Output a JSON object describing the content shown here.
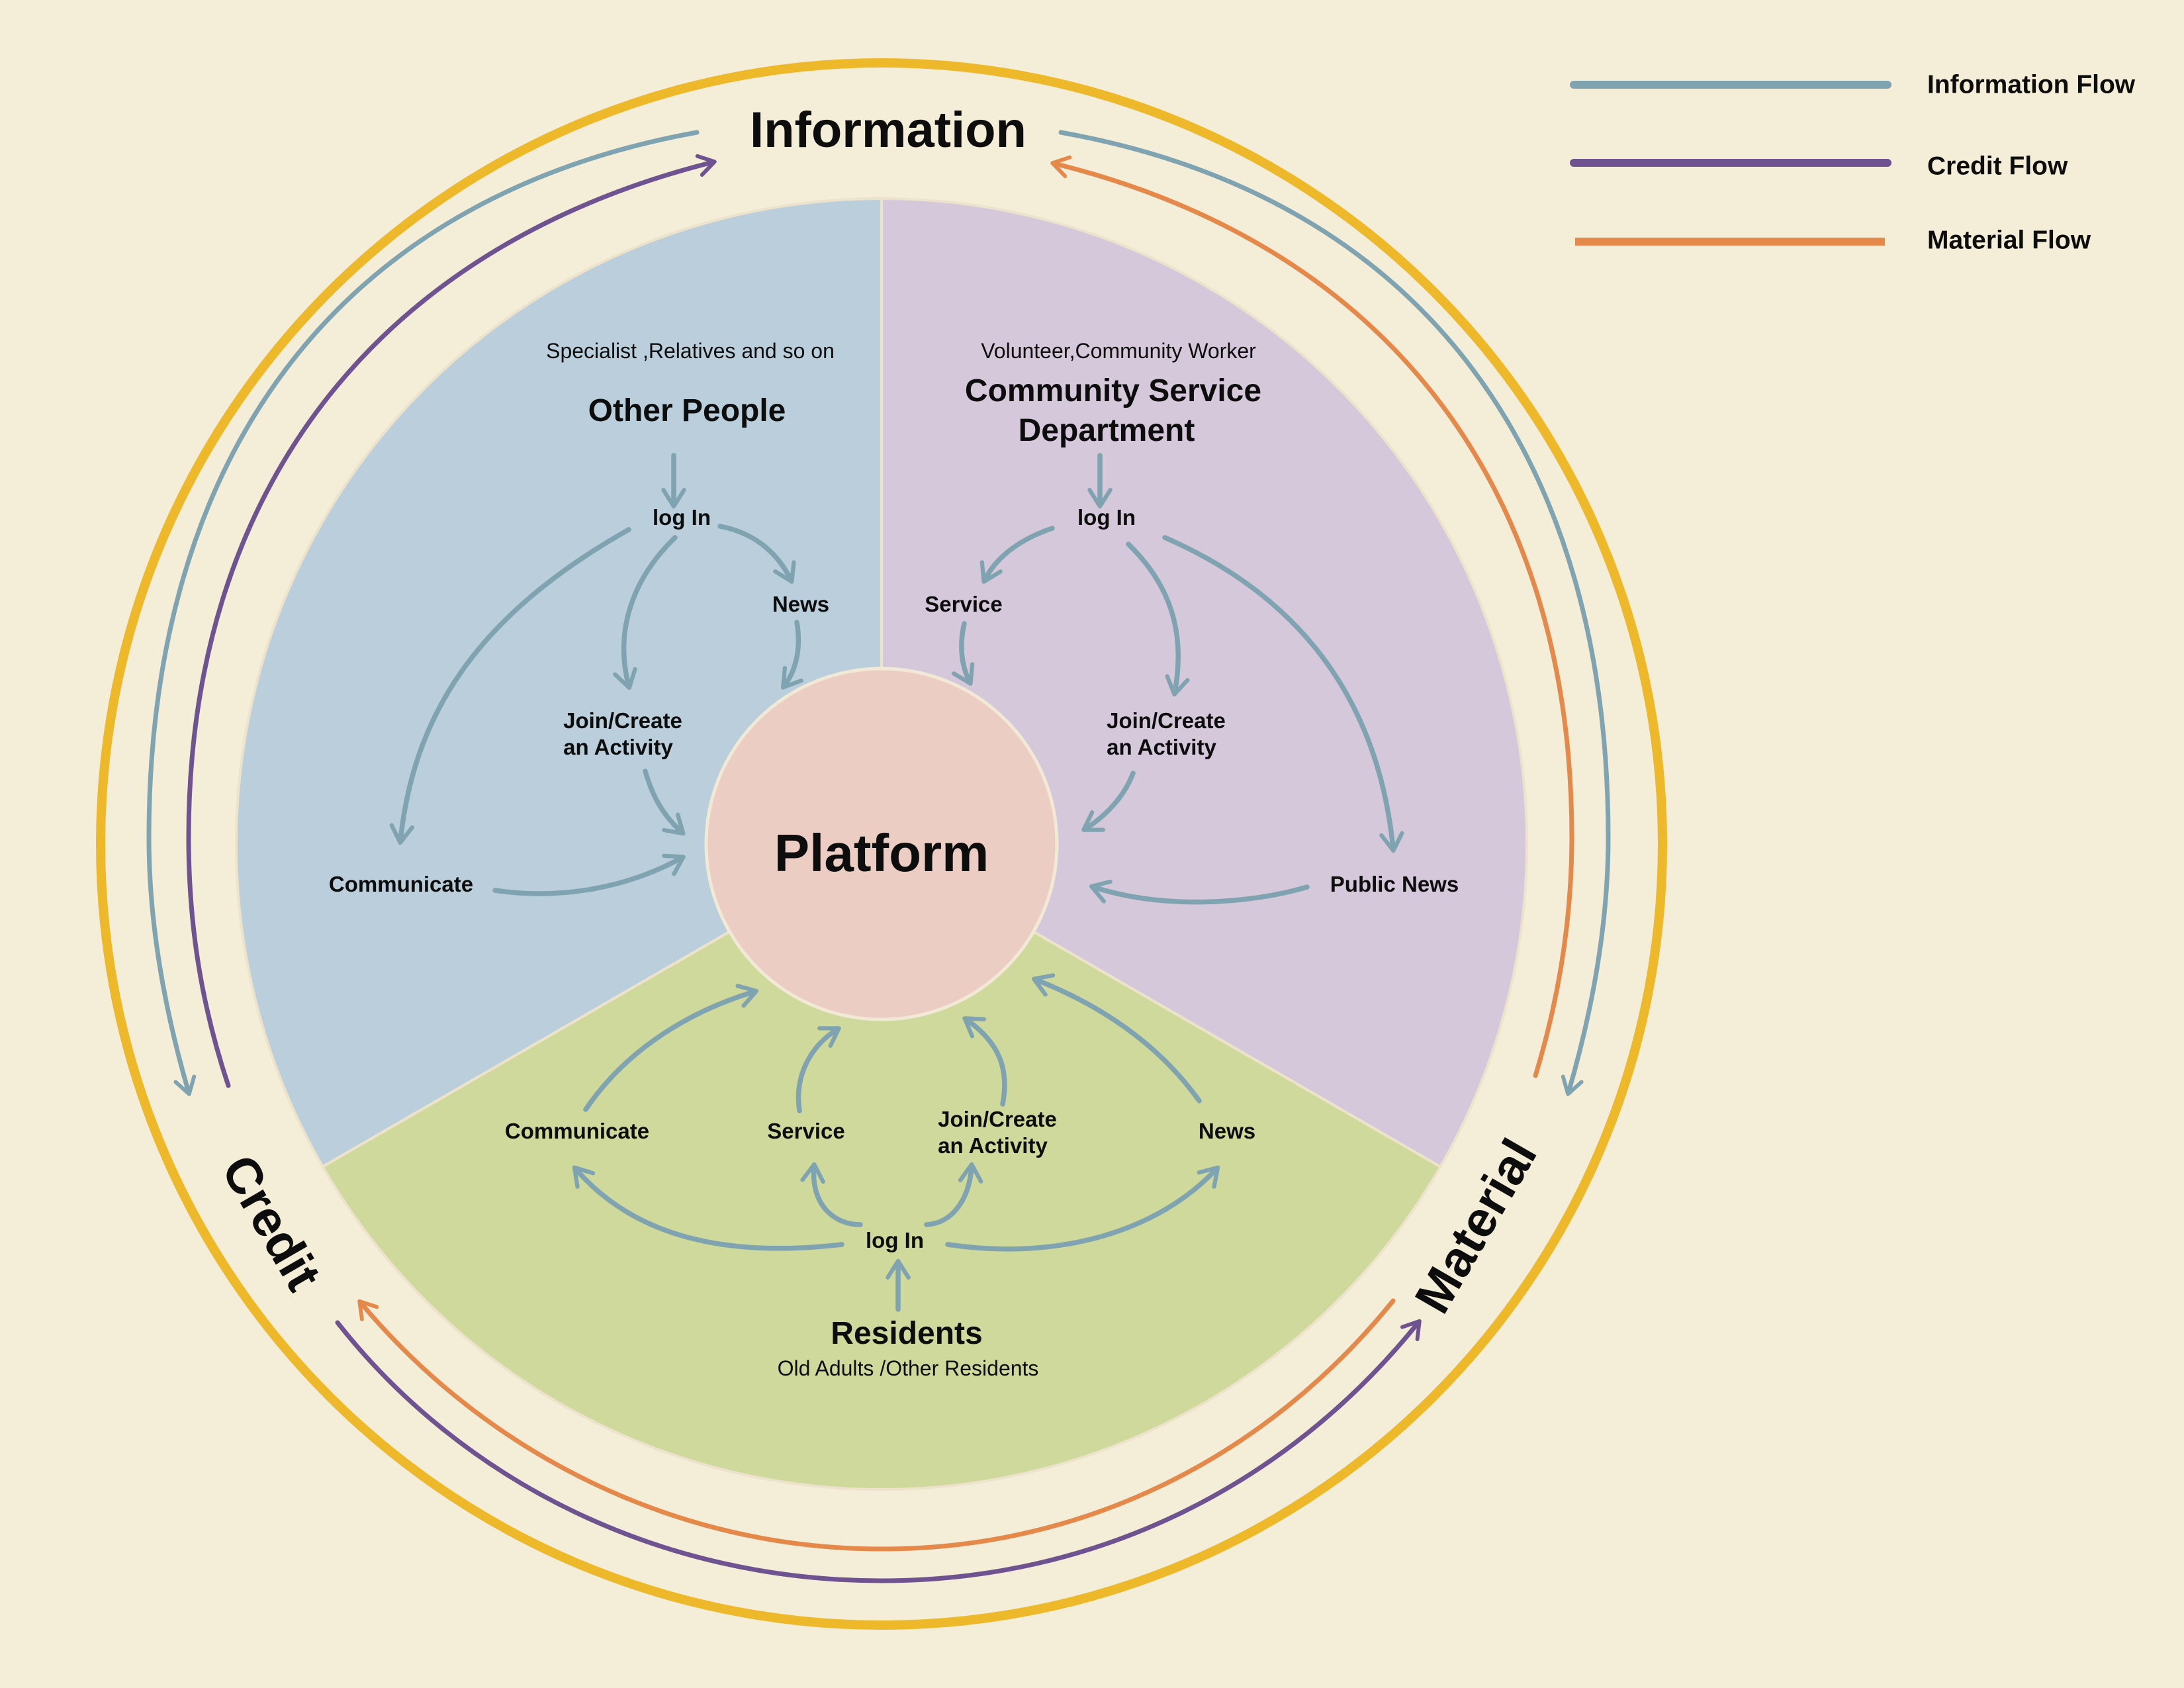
{
  "colors": {
    "background": "#f4edd8",
    "outer_ring": "#edb829",
    "sector_other_people": "#bacfdb",
    "sector_community": "#d5c8db",
    "sector_residents": "#cfd99c",
    "platform": "#eccdc3",
    "information_flow": "#7fa3b0",
    "credit_flow": "#6f5290",
    "material_flow": "#e5894b"
  },
  "outer_labels": {
    "information": "Information",
    "credit": "Credit",
    "material": "Material"
  },
  "center": {
    "label": "Platform"
  },
  "legend": [
    {
      "label": "Information Flow",
      "color": "#7fa3b0"
    },
    {
      "label": "Credit Flow",
      "color": "#6f5290"
    },
    {
      "label": "Material Flow",
      "color": "#e5894b"
    }
  ],
  "sectors": {
    "other_people": {
      "subtitle": "Specialist ,Relatives and so on",
      "title": "Other People",
      "nodes": {
        "login": "log In",
        "news": "News",
        "join_line1": "Join/Create",
        "join_line2": "an Activity",
        "communicate": "Communicate"
      }
    },
    "community": {
      "subtitle": "Volunteer,Community Worker",
      "title_line1": "Community Service",
      "title_line2": "Department",
      "nodes": {
        "login": "log In",
        "service": "Service",
        "join_line1": "Join/Create",
        "join_line2": "an Activity",
        "public_news": "Public News"
      }
    },
    "residents": {
      "title": "Residents",
      "subtitle": "Old Adults /Other Residents",
      "nodes": {
        "login": "log In",
        "communicate": "Communicate",
        "service": "Service",
        "join_line1": "Join/Create",
        "join_line2": "an Activity",
        "news": "News"
      }
    }
  }
}
